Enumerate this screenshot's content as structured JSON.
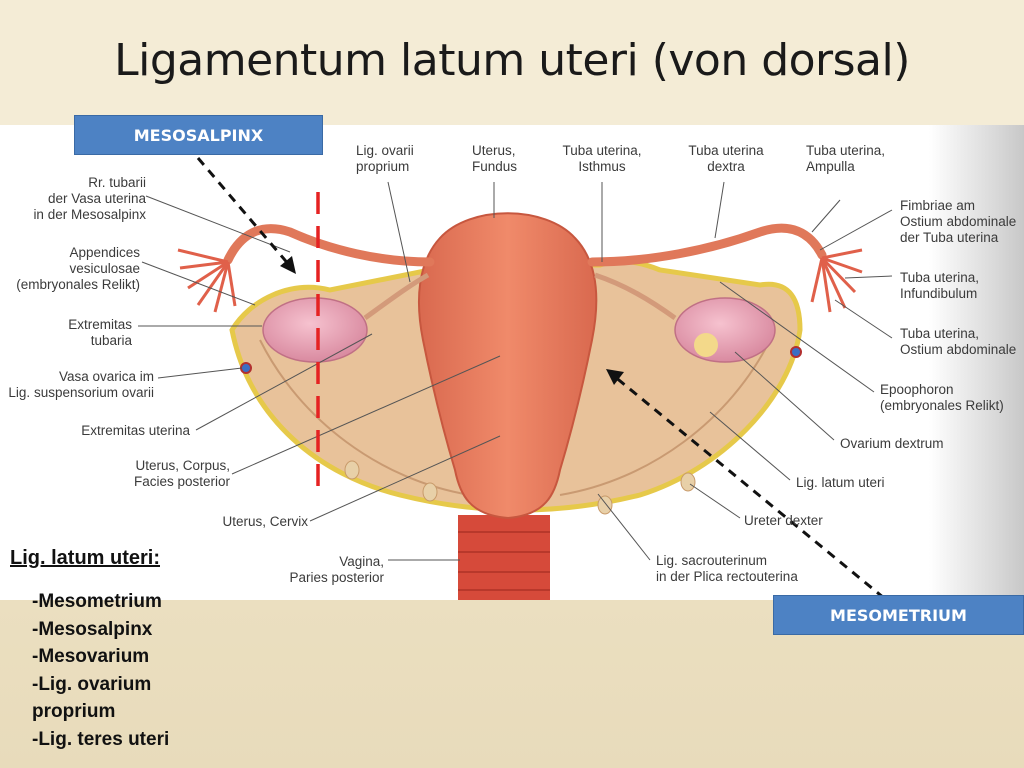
{
  "title": "Ligamentum latum uteri (von dorsal)",
  "callouts": {
    "mesosalpinx": "MESOSALPINX",
    "mesometrium": "MESOMETRIUM",
    "color": "#4d82c4"
  },
  "labels": {
    "rr_tubarii": "Rr. tubarii\nder Vasa uterina\nin der Mesosalpinx",
    "appendices": "Appendices\nvesiculosae\n(embryonales Relikt)",
    "extremitas_tubaria": "Extremitas\ntubaria",
    "vasa_ovarica": "Vasa ovarica im\nLig. suspensorium ovarii",
    "extremitas_uterina": "Extremitas uterina",
    "uterus_corpus": "Uterus, Corpus,\nFacies posterior",
    "uterus_cervix": "Uterus, Cervix",
    "vagina": "Vagina,\nParies posterior",
    "lig_ovarii": "Lig. ovarii\nproprium",
    "uterus_fundus": "Uterus,\nFundus",
    "tuba_isthmus": "Tuba uterina,\nIsthmus",
    "tuba_dextra": "Tuba uterina\ndextra",
    "tuba_ampulla": "Tuba uterina,\nAmpulla",
    "fimbriae": "Fimbriae am\nOstium abdominale\nder Tuba uterina",
    "tuba_infundibulum": "Tuba uterina,\nInfundibulum",
    "tuba_ostium": "Tuba uterina,\nOstium abdominale",
    "epoophoron": "Epoophoron\n(embryonales Relikt)",
    "ovarium_dextrum": "Ovarium dextrum",
    "lig_latum": "Lig. latum uteri",
    "ureter_dexter": "Ureter dexter",
    "lig_sacrouterinum": "Lig. sacrouterinum\nin der Plica rectouterina"
  },
  "legend": {
    "title": "Lig. latum uteri:",
    "items": [
      "-Mesometrium",
      "-Mesosalpinx",
      "-Mesovarium",
      "-Lig. ovarium\nproprium",
      "-Lig. teres uteri"
    ]
  }
}
